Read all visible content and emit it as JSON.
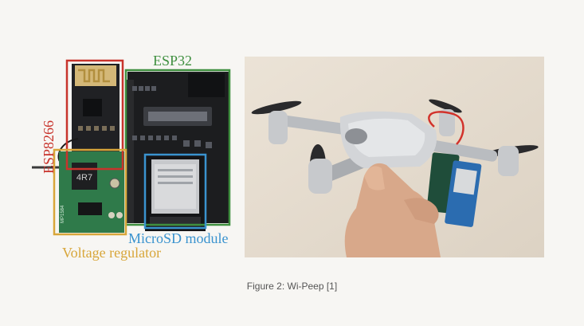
{
  "figure": {
    "caption": "Figure 2: Wi-Peep [1]"
  },
  "board_photo": {
    "labels": {
      "esp32": "ESP32",
      "esp8266": "ESP8266",
      "microsd": "MicroSD module",
      "voltage_regulator": "Voltage regulator"
    },
    "chip_markings": {
      "inductor": "4R7",
      "regulator_ic": "MP1584"
    },
    "colors": {
      "esp32_box": "#3f8f3f",
      "esp8266_box": "#c8342c",
      "microsd_box": "#3a93cf",
      "regulator_box": "#d8a63a"
    }
  }
}
